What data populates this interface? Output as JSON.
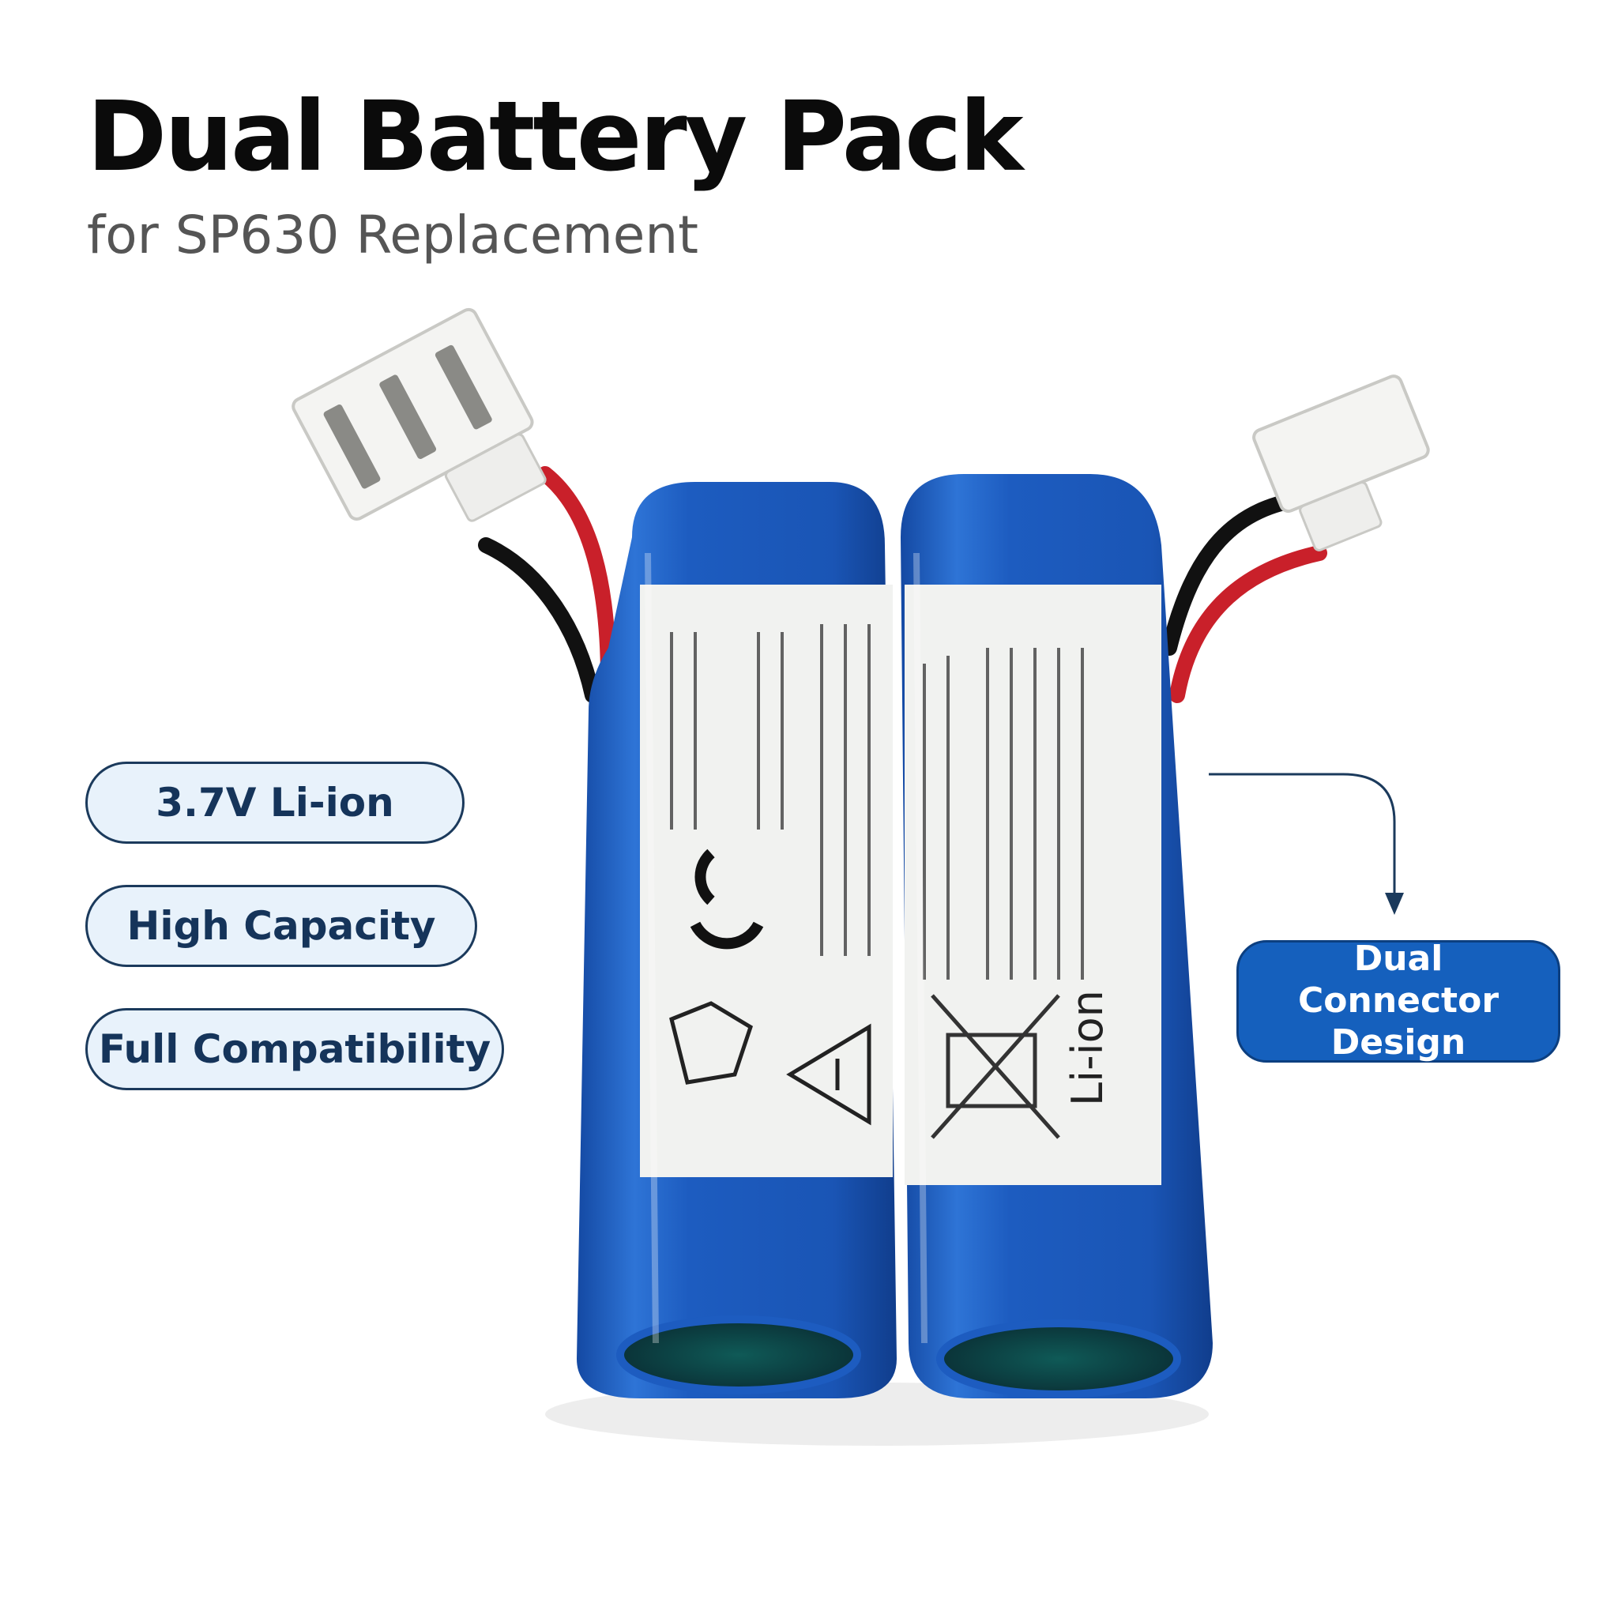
{
  "header": {
    "title": "Dual Battery Pack",
    "subtitle": "for SP630 Replacement"
  },
  "features": [
    {
      "label": "3.7V Li-ion"
    },
    {
      "label": "High Capacity"
    },
    {
      "label": "Full Compatibility"
    }
  ],
  "callout": {
    "line1": "Dual Connector",
    "line2": "Design"
  },
  "product": {
    "label_text": "Li-ion",
    "cell_color": "#1d5cc0",
    "wire_red": "#c9202a",
    "wire_black": "#111111",
    "connector_color": "#f4f4f2"
  },
  "colors": {
    "title": "#0b0b0b",
    "subtitle": "#555555",
    "pill_border": "#1b3a5c",
    "pill_fill": "#e8f2fb",
    "callout_fill": "#1560bd"
  }
}
